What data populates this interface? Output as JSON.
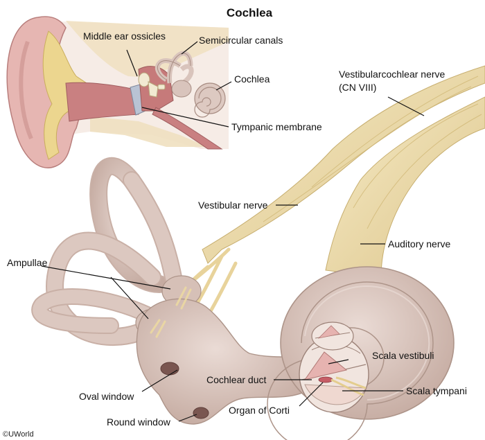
{
  "title": "Cochlea",
  "copyright": "©UWorld",
  "colors": {
    "bone": "#d9c4bc",
    "bone_shade": "#b89e94",
    "nerve": "#efdfae",
    "nerve_shade": "#d7c082",
    "ear_skin": "#e3b4b0",
    "canal": "#c97f80",
    "fat": "#e9d489",
    "tympanic": "#b9c3d4"
  },
  "labels": {
    "middle_ear_ossicles": "Middle ear ossicles",
    "semicircular_canals": "Semicircular canals",
    "cochlea_inset": "Cochlea",
    "tympanic_membrane": "Tympanic membrane",
    "vestibulocochlear_nerve_line1": "Vestibularcochlear nerve",
    "vestibulocochlear_nerve_line2": "(CN VIII)",
    "vestibular_nerve": "Vestibular nerve",
    "auditory_nerve": "Auditory nerve",
    "ampullae": "Ampullae",
    "scala_vestibuli": "Scala vestibuli",
    "cochlear_duct": "Cochlear duct",
    "scala_tympani": "Scala tympani",
    "oval_window": "Oval window",
    "organ_of_corti": "Organ of Corti",
    "round_window": "Round window"
  }
}
